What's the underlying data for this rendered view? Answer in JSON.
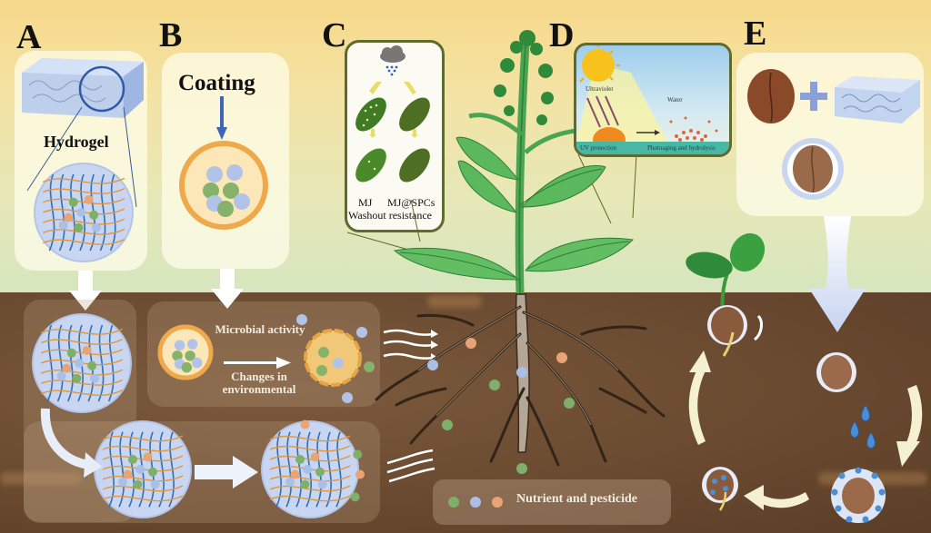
{
  "panels": {
    "A": {
      "label": "A",
      "title": "Hydrogel"
    },
    "B": {
      "label": "B",
      "title": "Coating",
      "process_text_1": "Microbial activity",
      "process_text_2": "Changes in environmental"
    },
    "C": {
      "label": "C",
      "left_label": "MJ",
      "right_label": "MJ@SPCs",
      "caption": "Washout resistance"
    },
    "D": {
      "label": "D",
      "uv_label": "Ultraviolet",
      "water_label": "Water",
      "left_bar": "UV protection",
      "right_bar": "Photoaging and hydrolysis"
    },
    "E": {
      "label": "E"
    }
  },
  "legend": {
    "text": "Nutrient and pesticide",
    "particles": [
      {
        "name": "green-particle",
        "color": "#7fb06a"
      },
      {
        "name": "blue-particle",
        "color": "#a9bfe6"
      },
      {
        "name": "orange-particle",
        "color": "#e8a474"
      }
    ]
  },
  "colors": {
    "fiber_blue": "#2f6fb5",
    "fiber_orange": "#e0963c",
    "coating_orange": "#f0a94a",
    "leaf_green": "#4aa552",
    "soil": "#6a4a30",
    "seed_brown": "#8a4a2a",
    "water_drop": "#4a8fd6",
    "arrow_cream": "#f5f0d0"
  }
}
